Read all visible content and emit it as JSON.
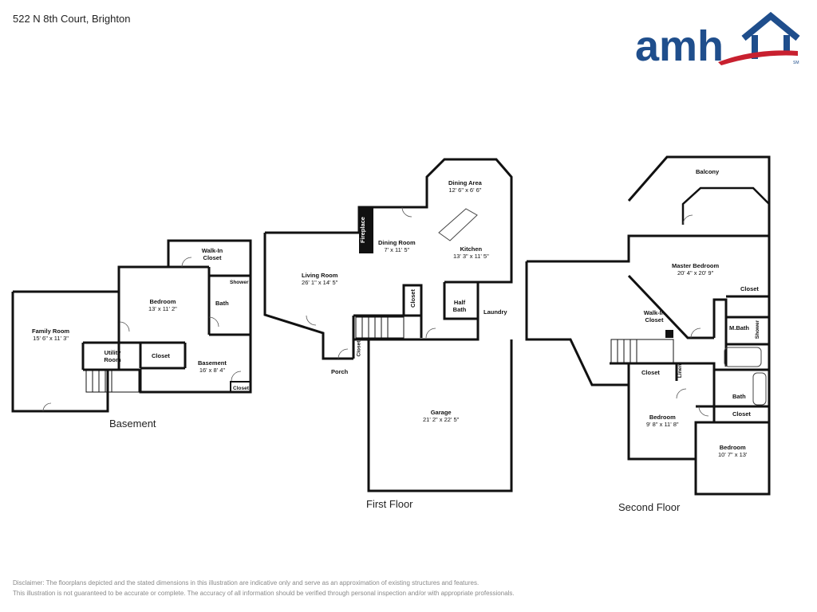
{
  "header": {
    "address": "522 N 8th Court, Brighton",
    "brand_text": "amh",
    "brand_mark": "SM"
  },
  "floors": {
    "basement": {
      "label": "Basement",
      "rooms": {
        "family_room": {
          "name": "Family Room",
          "dim": "15' 6\" x 11' 3\""
        },
        "utility_room": {
          "name": "Utility Room",
          "dim": ""
        },
        "closet_a": {
          "name": "Closet",
          "dim": ""
        },
        "bedroom": {
          "name": "Bedroom",
          "dim": "13' x 11' 2\""
        },
        "walk_in_closet": {
          "name": "Walk-In Closet",
          "dim": ""
        },
        "bath": {
          "name": "Bath",
          "dim": ""
        },
        "shower": {
          "name": "Shower",
          "dim": ""
        },
        "basement": {
          "name": "Basement",
          "dim": "16' x 8' 4\""
        },
        "closet_b": {
          "name": "Closet",
          "dim": ""
        }
      }
    },
    "first": {
      "label": "First Floor",
      "rooms": {
        "living_room": {
          "name": "Living Room",
          "dim": "26' 1\" x 14' 5\""
        },
        "fireplace": {
          "name": "Fireplace",
          "dim": ""
        },
        "dining_room": {
          "name": "Dining Room",
          "dim": "7' x 11' 5\""
        },
        "dining_area": {
          "name": "Dining Area",
          "dim": "12' 6\" x 6' 6\""
        },
        "kitchen": {
          "name": "Kitchen",
          "dim": "13' 3\" x 11' 5\""
        },
        "closet_a": {
          "name": "Closet",
          "dim": ""
        },
        "half_bath": {
          "name": "Half Bath",
          "dim": ""
        },
        "laundry": {
          "name": "Laundry",
          "dim": ""
        },
        "closet_b": {
          "name": "Closet",
          "dim": ""
        },
        "porch": {
          "name": "Porch",
          "dim": ""
        },
        "garage": {
          "name": "Garage",
          "dim": "21' 2\" x 22' 5\""
        }
      }
    },
    "second": {
      "label": "Second Floor",
      "rooms": {
        "balcony": {
          "name": "Balcony",
          "dim": ""
        },
        "master_bedroom": {
          "name": "Master Bedroom",
          "dim": "20' 4\" x 20' 9\""
        },
        "closet_a": {
          "name": "Closet",
          "dim": ""
        },
        "walk_in_closet": {
          "name": "Walk-In Closet",
          "dim": ""
        },
        "m_bath": {
          "name": "M.Bath",
          "dim": ""
        },
        "shower": {
          "name": "Shower",
          "dim": ""
        },
        "closet_b": {
          "name": "Closet",
          "dim": ""
        },
        "linen": {
          "name": "Linen",
          "dim": ""
        },
        "bath": {
          "name": "Bath",
          "dim": ""
        },
        "closet_c": {
          "name": "Closet",
          "dim": ""
        },
        "bedroom_a": {
          "name": "Bedroom",
          "dim": "9' 8\" x 11' 8\""
        },
        "bedroom_b": {
          "name": "Bedroom",
          "dim": "10' 7\" x 13'"
        }
      }
    }
  },
  "footer": {
    "disclaimer_1": "Disclaimer: The floorplans depicted and the stated dimensions in this illustration are indicative only and serve as an approximation of existing structures and features.",
    "disclaimer_2": "This illustration is not guaranteed to be accurate or complete. The accuracy of all information should be verified through personal inspection and/or with appropriate professionals."
  },
  "colors": {
    "brand_blue": "#1f4e8c",
    "brand_red": "#c8202f",
    "wall": "#111111"
  }
}
